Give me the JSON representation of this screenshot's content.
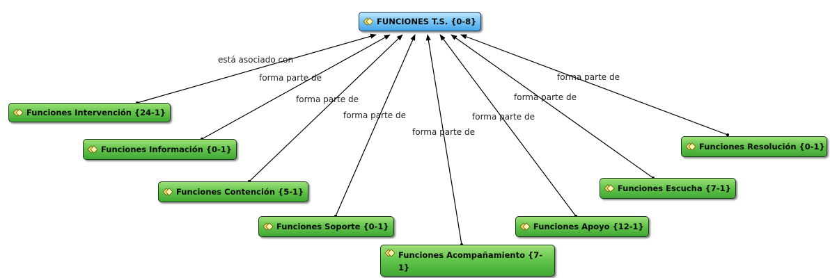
{
  "center": {
    "label": "FUNCIONES T.S. {0-8}",
    "color": "#5db3ee"
  },
  "nodes": [
    {
      "id": "intervencion",
      "label": "Funciones Intervención {24-1}"
    },
    {
      "id": "informacion",
      "label": "Funciones Información {0-1}"
    },
    {
      "id": "contencion",
      "label": "Funciones Contención {5-1}"
    },
    {
      "id": "soporte",
      "label": "Funciones Soporte {0-1}"
    },
    {
      "id": "acompanamiento",
      "label": "Funciones Acompañamiento {7-1}"
    },
    {
      "id": "apoyo",
      "label": "Funciones Apoyo {12-1}"
    },
    {
      "id": "escucha",
      "label": "Funciones Escucha {7-1}"
    },
    {
      "id": "resolucion",
      "label": "Funciones Resolución {0-1}"
    }
  ],
  "edge_labels": {
    "intervencion": "está asociado con",
    "informacion": "forma parte de",
    "contencion": "forma parte de",
    "soporte": "forma parte de",
    "acompanamiento": "forma parte de",
    "apoyo": "forma parte de",
    "escucha": "forma parte de",
    "resolucion": "forma parte de"
  },
  "node_color": "#64c64c",
  "icon": "code-quote-icon"
}
